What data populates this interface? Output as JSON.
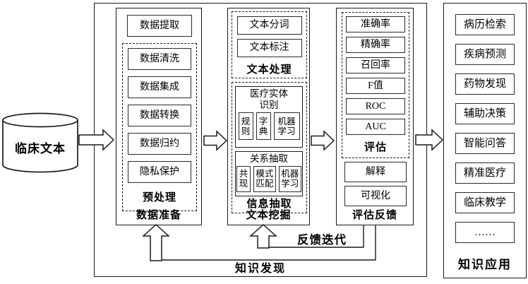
{
  "source": {
    "label": "临床文本"
  },
  "pipeline": {
    "label": "知识发现",
    "feedback_label": "反馈迭代",
    "data_prep": {
      "label": "数据准备",
      "extract_label": "数据提取",
      "preprocess": {
        "label": "预处理",
        "items": [
          "数据清洗",
          "数据集成",
          "数据转换",
          "数据归约",
          "隐私保护"
        ]
      }
    },
    "text_mining": {
      "label": "文本挖掘",
      "text_processing": {
        "label": "文本处理",
        "items": [
          "文本分词",
          "文本标注"
        ]
      },
      "info_extraction": {
        "label": "信息抽取",
        "entity": {
          "title": "医疗实体识别",
          "methods": [
            "规则",
            "字典",
            "机器学习"
          ]
        },
        "relation": {
          "title": "关系抽取",
          "methods": [
            "共现",
            "模式匹配",
            "机器学习"
          ]
        }
      }
    },
    "evaluation": {
      "label": "评估反馈",
      "metrics": {
        "label": "评估",
        "items": [
          "准确率",
          "精确率",
          "召回率",
          "F值",
          "ROC",
          "AUC"
        ]
      },
      "extras": [
        "解释",
        "可视化"
      ]
    }
  },
  "application": {
    "label": "知识应用",
    "items": [
      "病历检索",
      "疾病预测",
      "药物发现",
      "辅助决策",
      "智能问答",
      "精准医疗",
      "临床教学",
      "……"
    ]
  },
  "colors": {
    "line": "#1a1a1a",
    "background": "#ffffff"
  }
}
